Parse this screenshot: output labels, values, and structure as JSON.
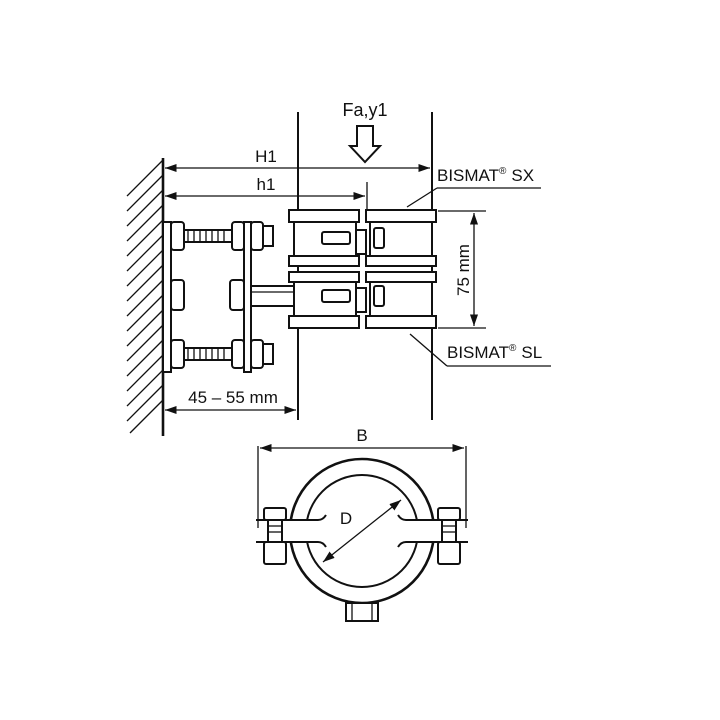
{
  "labels": {
    "load": "Fa,y1",
    "h1_upper": "H1",
    "h1_lower": "h1",
    "height": "75 mm",
    "offset": "45 – 55 mm",
    "width": "B",
    "diameter": "D"
  },
  "products": {
    "top": {
      "name": "BISMAT",
      "mark": "®",
      "suffix": "SX"
    },
    "bottom": {
      "name": "BISMAT",
      "mark": "®",
      "suffix": "SL"
    }
  }
}
